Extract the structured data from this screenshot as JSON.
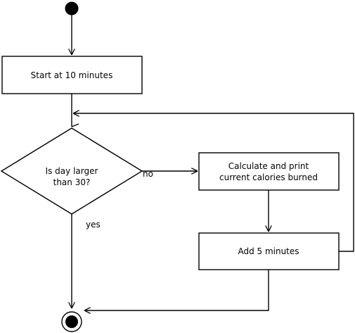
{
  "diagram": {
    "type": "activity-flowchart",
    "colors": {
      "line": "#000000",
      "background": "#ffffff",
      "node_fill": "#ffffff",
      "start_fill": "#000000"
    },
    "nodes": {
      "start": {
        "kind": "initial"
      },
      "step_start": {
        "kind": "action",
        "line1": "Start at 10 minutes"
      },
      "decision": {
        "kind": "decision",
        "line1": "Is day larger",
        "line2": "than 30?"
      },
      "calculate": {
        "kind": "action",
        "line1": "Calculate and print",
        "line2": "current calories burned"
      },
      "add": {
        "kind": "action",
        "line1": "Add 5 minutes"
      },
      "end": {
        "kind": "final"
      }
    },
    "edges": [
      {
        "from": "start",
        "to": "step_start",
        "label": ""
      },
      {
        "from": "step_start",
        "to": "decision",
        "label": ""
      },
      {
        "from": "decision",
        "to": "calculate",
        "label": "no"
      },
      {
        "from": "calculate",
        "to": "add",
        "label": ""
      },
      {
        "from": "add",
        "to": "decision",
        "label": ""
      },
      {
        "from": "decision",
        "to": "end",
        "label": "yes"
      },
      {
        "from": "add",
        "to": "end",
        "label": ""
      }
    ]
  }
}
